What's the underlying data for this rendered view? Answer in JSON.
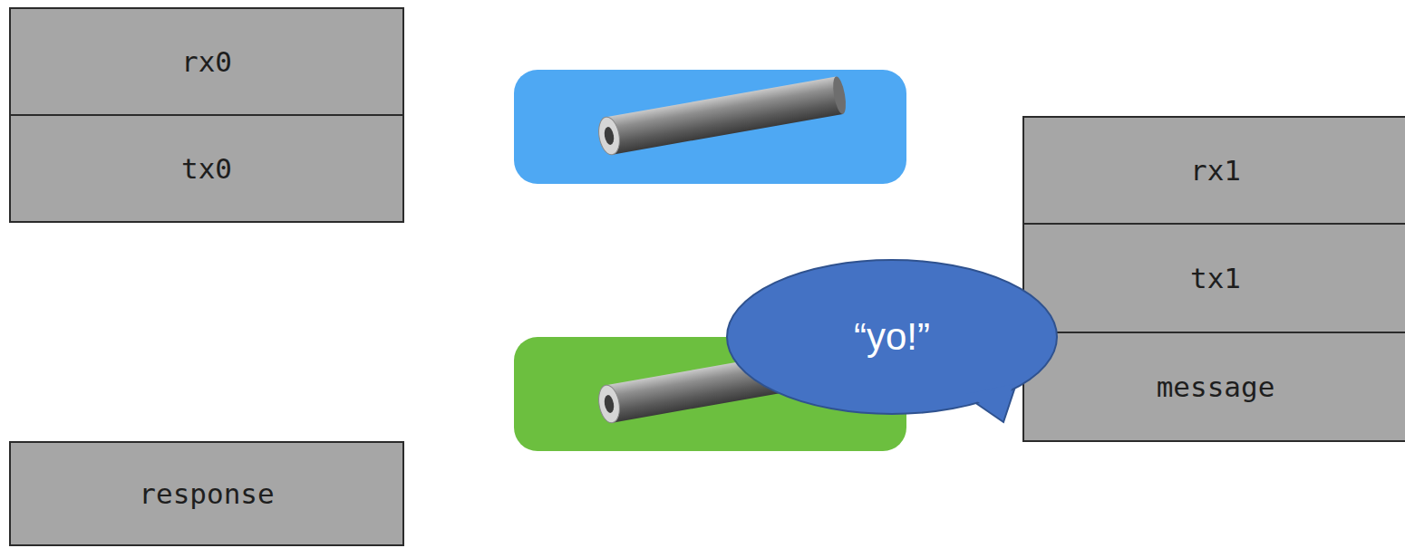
{
  "diagram": {
    "nodes": [
      {
        "text": [
          "rx0"
        ]
      },
      {
        "text": [
          "tx0"
        ]
      },
      {
        "text": [
          "rx1"
        ]
      },
      {
        "text": [
          "tx1"
        ]
      },
      {
        "text": [
          "“yo!”"
        ]
      },
      {
        "text": [
          "message"
        ]
      },
      {
        "text": [
          "response"
        ]
      }
    ]
  }
}
